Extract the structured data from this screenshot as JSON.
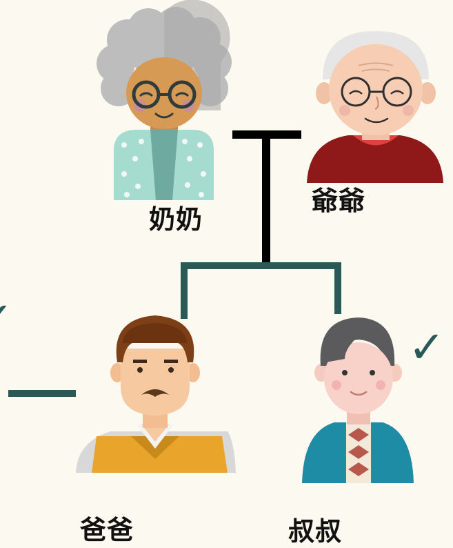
{
  "people": {
    "grandma": {
      "label": "奶奶"
    },
    "grandpa": {
      "label": "爺爺"
    },
    "father": {
      "label": "爸爸"
    },
    "uncle": {
      "label": "叔叔"
    }
  },
  "marks": {
    "check_right": "✓",
    "check_left": "✓"
  },
  "colors": {
    "background": "#fcf9f0",
    "marriage_line": "#000000",
    "child_line": "#2a5a57",
    "check": "#2a5a57"
  }
}
